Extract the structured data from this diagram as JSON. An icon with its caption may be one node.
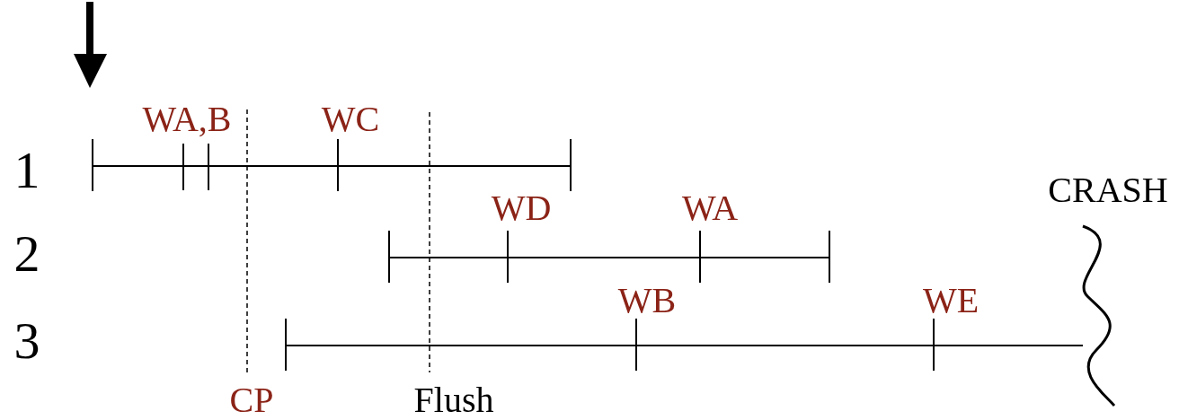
{
  "diagram": {
    "labels": [
      "WA,B",
      "WC",
      "1",
      "CRASH",
      "WD",
      "WA",
      "2",
      "WB",
      "WE",
      "3",
      "CP",
      "Flush"
    ]
  }
}
